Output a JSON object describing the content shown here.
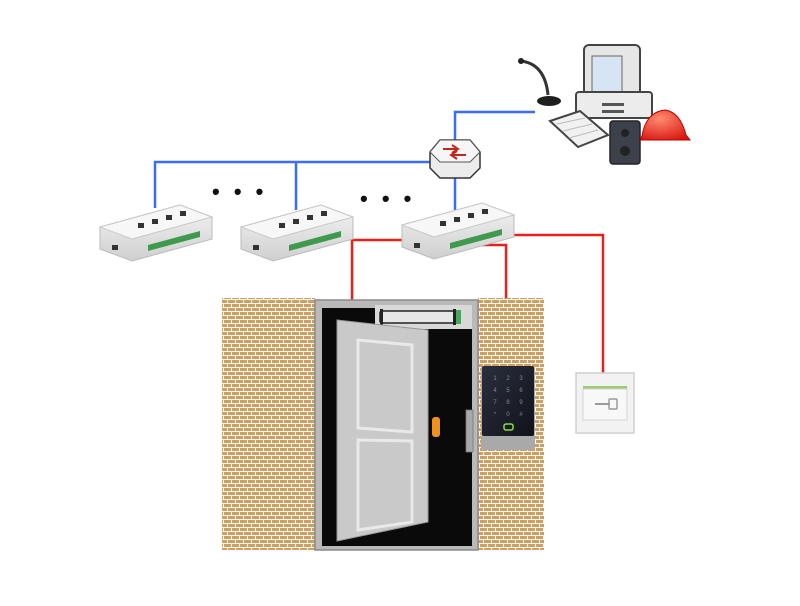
{
  "diagram": {
    "type": "access-control-network-topology",
    "colors": {
      "network_line": "#3a6cf4",
      "wiring_line": "#e8201c",
      "brick": "#c9a06a",
      "door": "#c8c8c8",
      "alarm": "#e8231c",
      "handle": "#f09020"
    },
    "nodes": [
      {
        "id": "workstation",
        "label": "Management PC"
      },
      {
        "id": "microphone",
        "label": "Microphone"
      },
      {
        "id": "speaker",
        "label": "Speaker"
      },
      {
        "id": "alarm-light",
        "label": "Alarm light"
      },
      {
        "id": "switch",
        "label": "Network switch"
      },
      {
        "id": "controller-1",
        "label": "Access controller"
      },
      {
        "id": "controller-2",
        "label": "Access controller"
      },
      {
        "id": "controller-3",
        "label": "Access controller"
      },
      {
        "id": "magnetic-lock",
        "label": "Magnetic lock"
      },
      {
        "id": "door",
        "label": "Door"
      },
      {
        "id": "card-reader",
        "label": "Keypad card reader"
      },
      {
        "id": "exit-button",
        "label": "Exit button"
      }
    ],
    "ellipsis": [
      "• • •",
      "• • •"
    ],
    "keypad_keys": [
      "1",
      "2",
      "3",
      "4",
      "5",
      "6",
      "7",
      "8",
      "9",
      "*",
      "0",
      "#"
    ],
    "edges": [
      {
        "from": "switch",
        "to": "workstation",
        "kind": "network"
      },
      {
        "from": "switch",
        "to": "controller-1",
        "kind": "network"
      },
      {
        "from": "switch",
        "to": "controller-2",
        "kind": "network"
      },
      {
        "from": "switch",
        "to": "controller-3",
        "kind": "network"
      },
      {
        "from": "controller-3",
        "to": "magnetic-lock",
        "kind": "wiring"
      },
      {
        "from": "controller-3",
        "to": "card-reader",
        "kind": "wiring"
      },
      {
        "from": "controller-3",
        "to": "exit-button",
        "kind": "wiring"
      }
    ]
  }
}
